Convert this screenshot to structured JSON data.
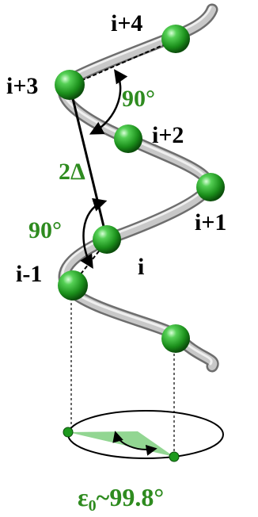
{
  "colors": {
    "green_label": "#2e8b1f",
    "bead_green": "#22a022",
    "tube_gray": "#b8b8b8",
    "projection_fill": "#7fcf7f"
  },
  "residues": {
    "i_plus_4": "i+4",
    "i_plus_3": "i+3",
    "i_plus_2": "i+2",
    "i_plus_1": "i+1",
    "i": "i",
    "i_minus_1": "i-1"
  },
  "annotations": {
    "angle_top": "90°",
    "angle_left": "90°",
    "distance": "2Δ"
  },
  "formula": {
    "symbol": "ε",
    "subscript": "0",
    "value": "~99.8°"
  }
}
